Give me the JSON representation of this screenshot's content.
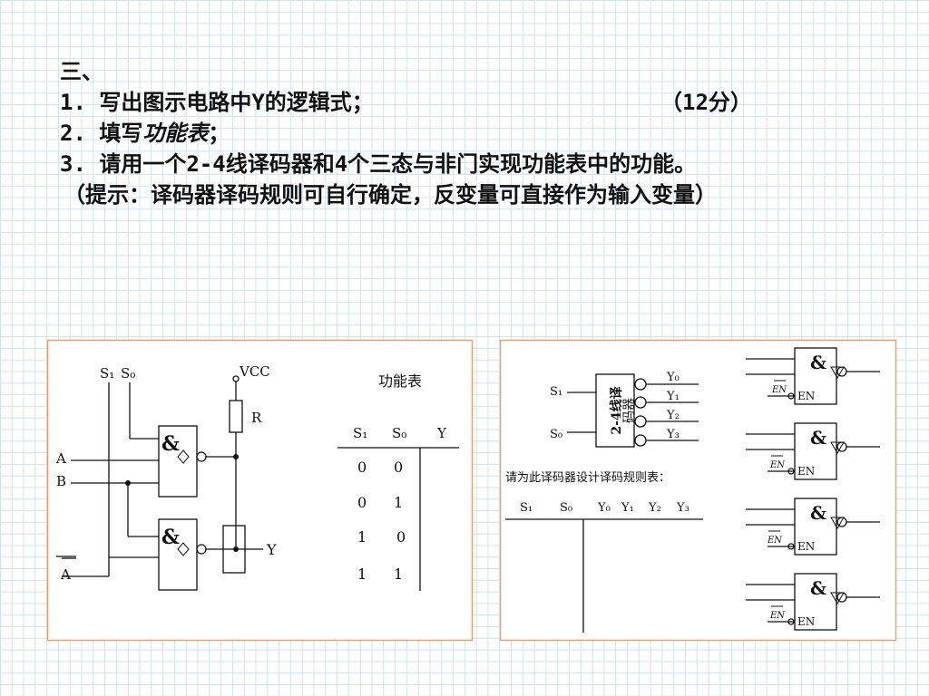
{
  "question": {
    "heading": "三、",
    "item1_num": "1.",
    "item1_text": "写出图示电路中Y的逻辑式；",
    "points": "（12分）",
    "item2_num": "2.",
    "item2_text": "填写",
    "item2_italic": "功能表",
    "item2_end": "；",
    "item3_num": "3.",
    "item3_text": "请用一个2-4线译码器和4个三态与非门实现功能表中的功能。",
    "hint": "（提示：译码器译码规则可自行确定，反变量可直接作为输入变量）"
  },
  "circuit": {
    "s1": "S₁",
    "s0": "S₀",
    "vcc": "VCC",
    "r": "R",
    "a": "A",
    "b": "B",
    "abar": "A",
    "y": "Y",
    "gate_symbol": "&"
  },
  "function_table": {
    "title": "功能表",
    "headers": [
      "S₁",
      "S₀",
      "Y"
    ],
    "rows": [
      [
        "0",
        "0"
      ],
      [
        "0",
        "1"
      ],
      [
        "1",
        "0"
      ],
      [
        "1",
        "1"
      ]
    ]
  },
  "decoder": {
    "label_line1": "2-4线译",
    "label_line2": "码器",
    "inputs": [
      "S₁",
      "S₀"
    ],
    "outputs": [
      "Y₀",
      "Y₁",
      "Y₂",
      "Y₃"
    ]
  },
  "rule_table": {
    "prompt": "请为此译码器设计译码规则表：",
    "headers": [
      "S₁",
      "S₀",
      "Y₀",
      "Y₁",
      "Y₂",
      "Y₃"
    ]
  },
  "tristate_gates": {
    "symbol": "&",
    "enable_bar": "EN",
    "enable": "EN"
  }
}
